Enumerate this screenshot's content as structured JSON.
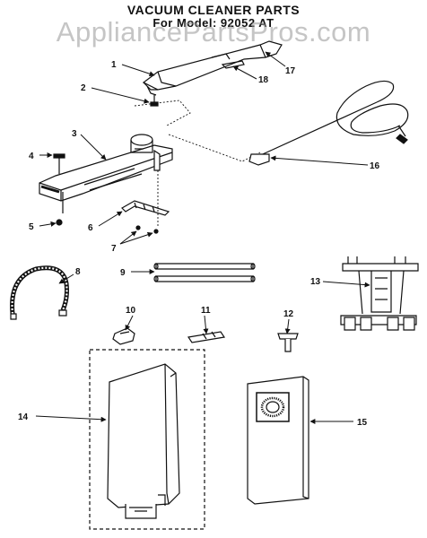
{
  "title": "VACUUM CLEANER PARTS",
  "subtitle": "For Model: 92052 AT",
  "watermark": "AppliancePartsPros.com",
  "callouts": [
    "1",
    "2",
    "3",
    "4",
    "5",
    "6",
    "7",
    "8",
    "9",
    "10",
    "11",
    "12",
    "13",
    "14",
    "15",
    "16",
    "17",
    "18"
  ]
}
